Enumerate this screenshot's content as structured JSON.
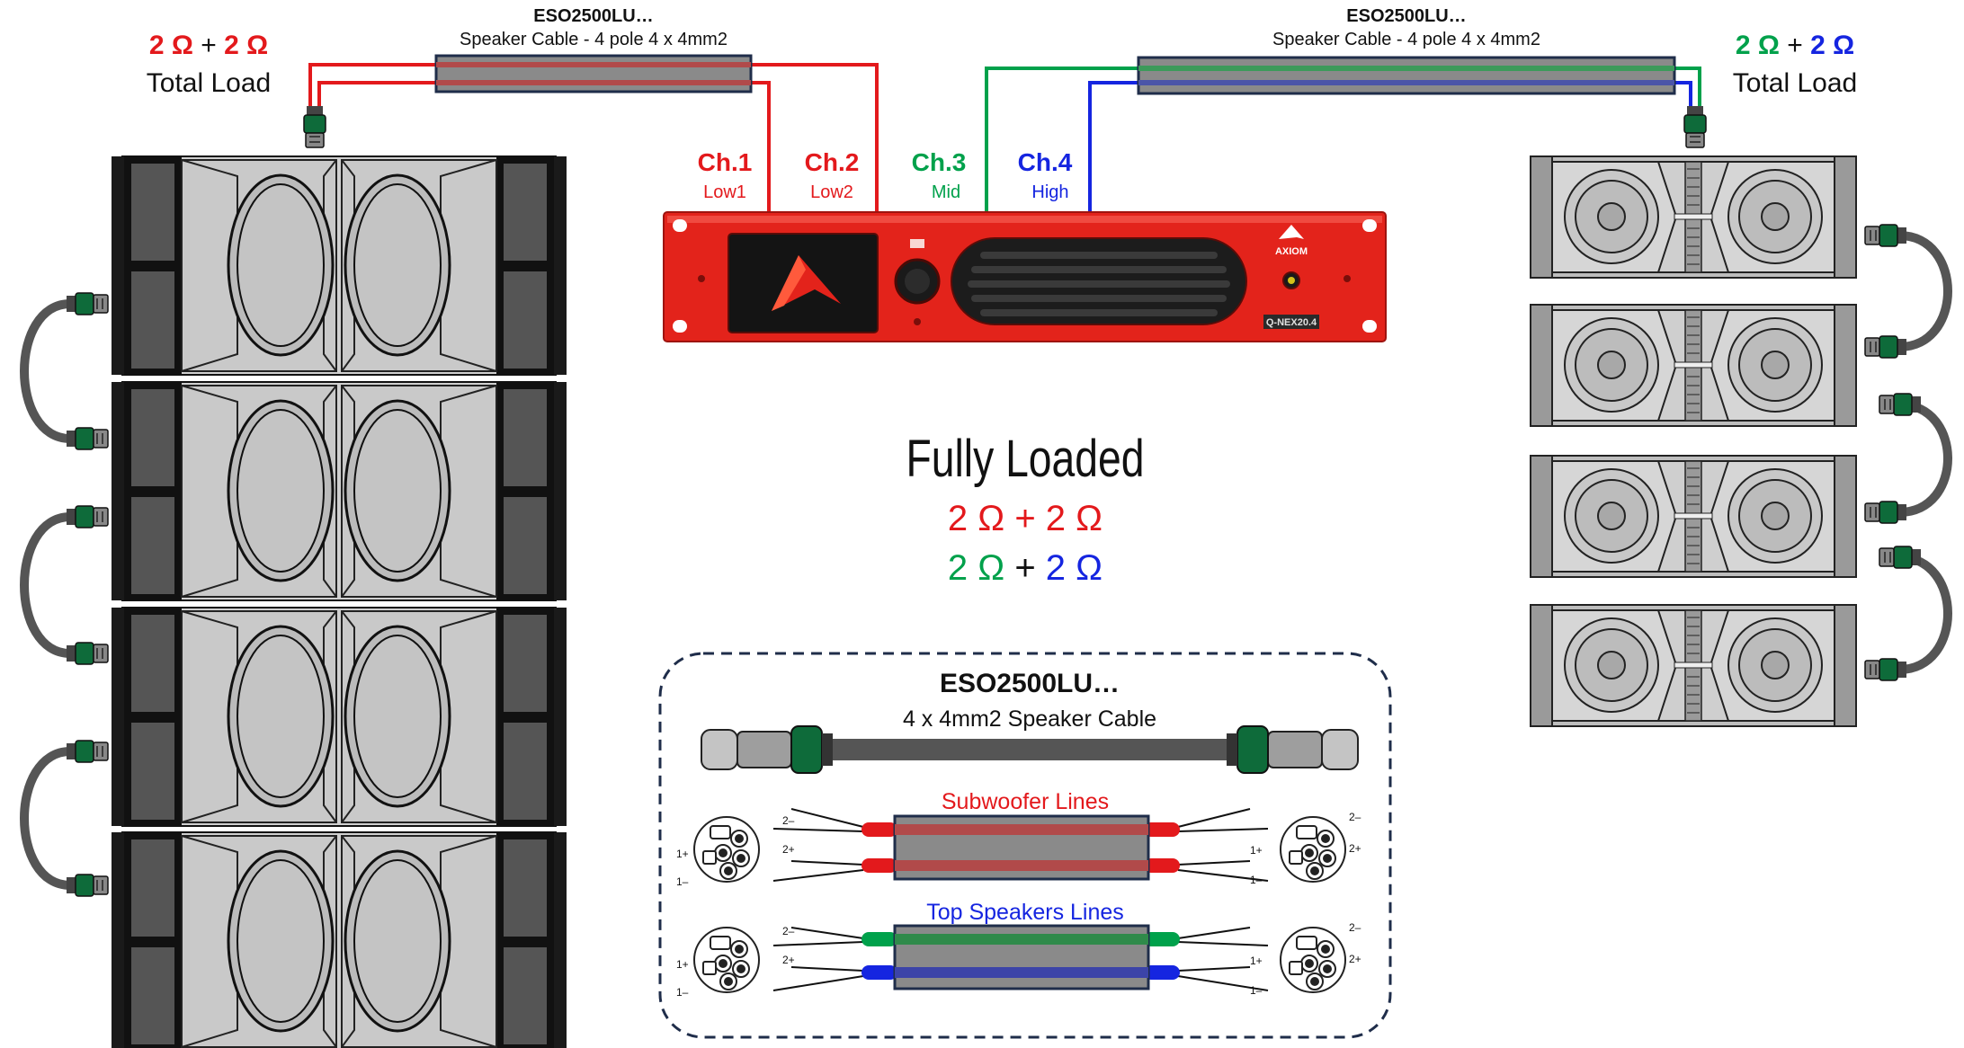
{
  "left_block": {
    "load_a": "2 Ω",
    "plus": "+",
    "load_b": "2 Ω",
    "total": "Total Load",
    "color_a": "#e3191c",
    "color_b": "#e3191c"
  },
  "right_block": {
    "load_a": "2 Ω",
    "plus": "+",
    "load_b": "2 Ω",
    "total": "Total Load",
    "color_a": "#00a14b",
    "color_b": "#1525e0"
  },
  "cable_left": {
    "model": "ESO2500LU…",
    "desc": "Speaker Cable - 4 pole 4 x 4mm2"
  },
  "cable_right": {
    "model": "ESO2500LU…",
    "desc": "Speaker Cable - 4 pole 4 x 4mm2"
  },
  "channels": [
    {
      "name": "Ch.1",
      "role": "Low1",
      "color": "#e3191c"
    },
    {
      "name": "Ch.2",
      "role": "Low2",
      "color": "#e3191c"
    },
    {
      "name": "Ch.3",
      "role": "Mid",
      "color": "#00a14b"
    },
    {
      "name": "Ch.4",
      "role": "High",
      "color": "#1525e0"
    }
  ],
  "amplifier": {
    "brand": "AXIOM",
    "model": "Q-NEX20.4",
    "color": "#e3231b"
  },
  "summary": {
    "title": "Fully Loaded",
    "line1_a": "2 Ω",
    "line1_plus": "+",
    "line1_b": "2 Ω",
    "line2_a": "2 Ω",
    "line2_plus": "+",
    "line2_b": "2 Ω"
  },
  "legend": {
    "model": "ESO2500LU…",
    "desc": "4 x 4mm2 Speaker Cable",
    "sub_lines": "Subwoofer Lines",
    "top_lines": "Top Speakers Lines",
    "pin_2m": "2–",
    "pin_2p": "2+",
    "pin_1p": "1+",
    "pin_1m": "1–"
  },
  "colors": {
    "red": "#e3191c",
    "green": "#00a14b",
    "blue": "#1525e0",
    "navy": "#1f2d4a"
  }
}
